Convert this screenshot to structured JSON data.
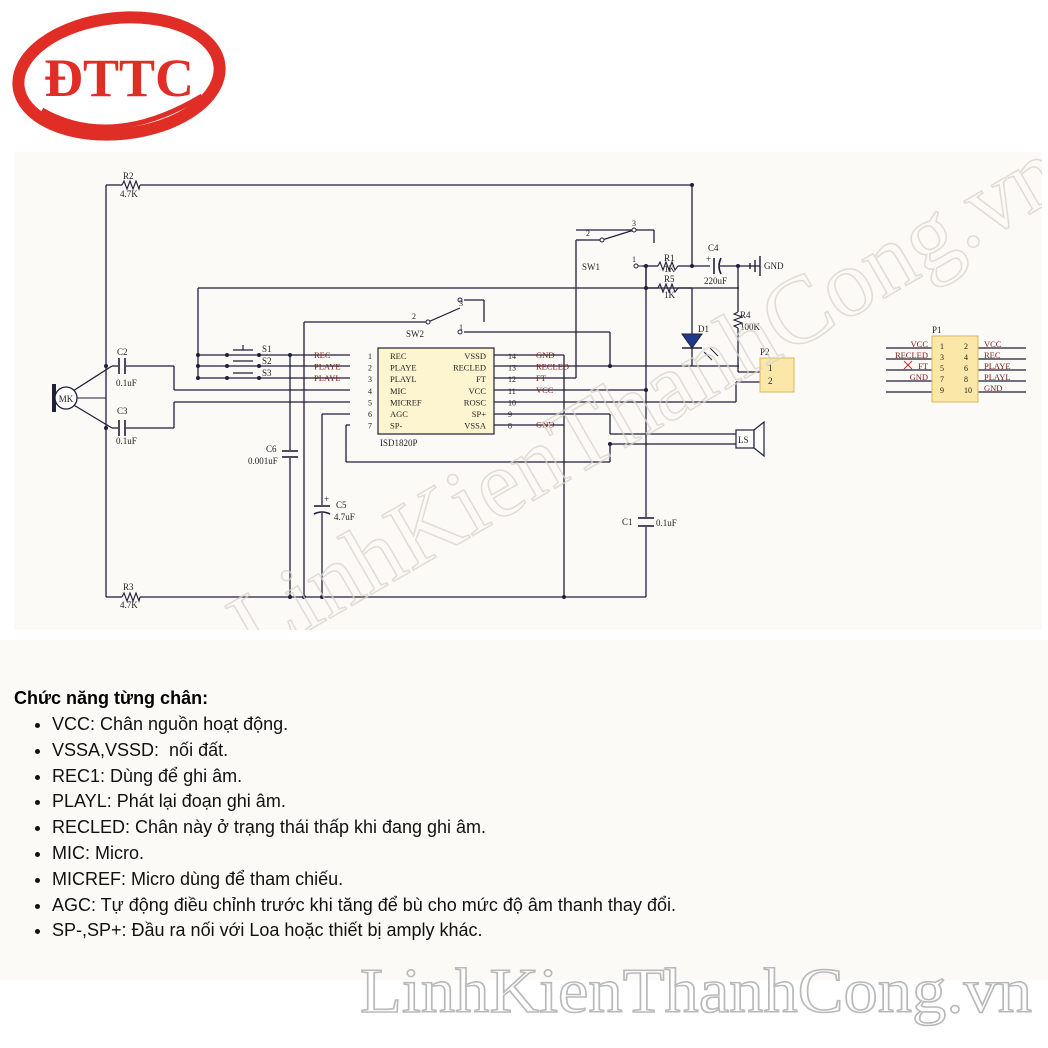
{
  "logo": {
    "text": "ĐTTC",
    "color": "#e02d26"
  },
  "watermark": {
    "text": "LinhKienThanhCong.vn"
  },
  "schematic": {
    "chip": {
      "name": "ISD1820P",
      "left_pins": [
        {
          "num": "1",
          "name": "REC",
          "net": "REC"
        },
        {
          "num": "2",
          "name": "PLAYE",
          "net": "PLAYE"
        },
        {
          "num": "3",
          "name": "PLAYL",
          "net": "PLAYL"
        },
        {
          "num": "4",
          "name": "MIC",
          "net": ""
        },
        {
          "num": "5",
          "name": "MICREF",
          "net": ""
        },
        {
          "num": "6",
          "name": "AGC",
          "net": ""
        },
        {
          "num": "7",
          "name": "SP-",
          "net": ""
        }
      ],
      "right_pins": [
        {
          "num": "14",
          "name": "VSSD",
          "net": "GND"
        },
        {
          "num": "13",
          "name": "RECLED",
          "net": "RECLED"
        },
        {
          "num": "12",
          "name": "FT",
          "net": "FT"
        },
        {
          "num": "11",
          "name": "VCC",
          "net": "VCC"
        },
        {
          "num": "10",
          "name": "ROSC",
          "net": ""
        },
        {
          "num": "9",
          "name": "SP+",
          "net": ""
        },
        {
          "num": "8",
          "name": "VSSA",
          "net": "GND"
        }
      ]
    },
    "components": {
      "r2": {
        "ref": "R2",
        "value": "4.7K"
      },
      "r3": {
        "ref": "R3",
        "value": "4.7K"
      },
      "r1": {
        "ref": "R1",
        "value": "1K"
      },
      "r5": {
        "ref": "R5",
        "value": "1K"
      },
      "r4": {
        "ref": "R4",
        "value": "100K"
      },
      "c1": {
        "ref": "C1",
        "value": "0.1uF"
      },
      "c2": {
        "ref": "C2",
        "value": "0.1uF"
      },
      "c3": {
        "ref": "C3",
        "value": "0.1uF"
      },
      "c4": {
        "ref": "C4",
        "value": "220uF"
      },
      "c5": {
        "ref": "C5",
        "value": "4.7uF"
      },
      "c6": {
        "ref": "C6",
        "value": "0.001uF"
      },
      "d1": {
        "ref": "D1"
      },
      "sw1": {
        "ref": "SW1",
        "pins": [
          "2",
          "3",
          "1"
        ]
      },
      "sw2": {
        "ref": "SW2",
        "pins": [
          "2",
          "3",
          "1"
        ]
      },
      "switches": [
        "S1",
        "S2",
        "S3"
      ],
      "mic": "MK",
      "speaker": "LS",
      "gnd": "GND",
      "plus": "+"
    },
    "p2": {
      "ref": "P2",
      "pins": [
        "1",
        "2"
      ]
    },
    "p1": {
      "ref": "P1",
      "rows": [
        {
          "lnet": "VCC",
          "lpin": "1",
          "rpin": "2",
          "rnet": "VCC"
        },
        {
          "lnet": "RECLED",
          "lpin": "3",
          "rpin": "4",
          "rnet": "REC"
        },
        {
          "lnet": "FT",
          "lpin": "5",
          "rpin": "6",
          "rnet": "PLAYE"
        },
        {
          "lnet": "GND",
          "lpin": "7",
          "rpin": "8",
          "rnet": "PLAYL"
        },
        {
          "lnet": "",
          "lpin": "9",
          "rpin": "10",
          "rnet": "GND"
        }
      ]
    }
  },
  "pin_functions": {
    "heading": "Chức năng từng chân:",
    "items": [
      "VCC: Chân nguồn hoạt động.",
      "VSSA,VSSD:  nối đất.",
      "REC1: Dùng để ghi âm.",
      "PLAYL: Phát lại đoạn ghi âm.",
      "RECLED: Chân này ở trạng thái thấp khi đang ghi âm.",
      "MIC: Micro.",
      "MICREF: Micro dùng để tham chiếu.",
      "AGC: Tự động điều chỉnh trước khi tăng để bù cho mức độ âm thanh thay đổi.",
      "SP-,SP+: Đầu ra nối với Loa hoặc thiết bị amply khác."
    ]
  }
}
